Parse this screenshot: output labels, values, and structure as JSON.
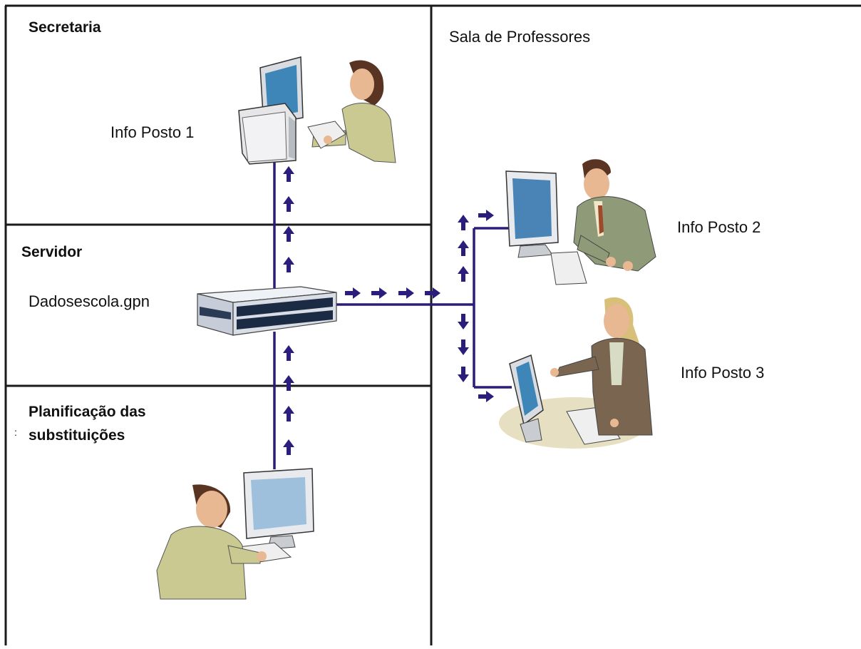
{
  "rooms": {
    "secretaria": "Secretaria",
    "servidor": "Servidor",
    "planificacao": [
      "Planificação das",
      "substituições"
    ],
    "sala_professores": "Sala de Professores"
  },
  "nodes": {
    "server_name": "Dadosescola.gpn",
    "posto1": "Info Posto 1",
    "posto2": "Info Posto 2",
    "posto3": "Info Posto 3"
  },
  "stray_mark": ":",
  "colors": {
    "network_line": "#2b1d7c",
    "arrow": "#2b1d7c",
    "border": "#1a1a1a",
    "jacket_green": "#8e9a78",
    "jacket_brown": "#7a6650",
    "monitor_screen": "#3f86b8",
    "server_body": "#d8dde6"
  },
  "icons": [
    "workstation-icon",
    "server-icon",
    "person-icon",
    "arrow-icon"
  ]
}
